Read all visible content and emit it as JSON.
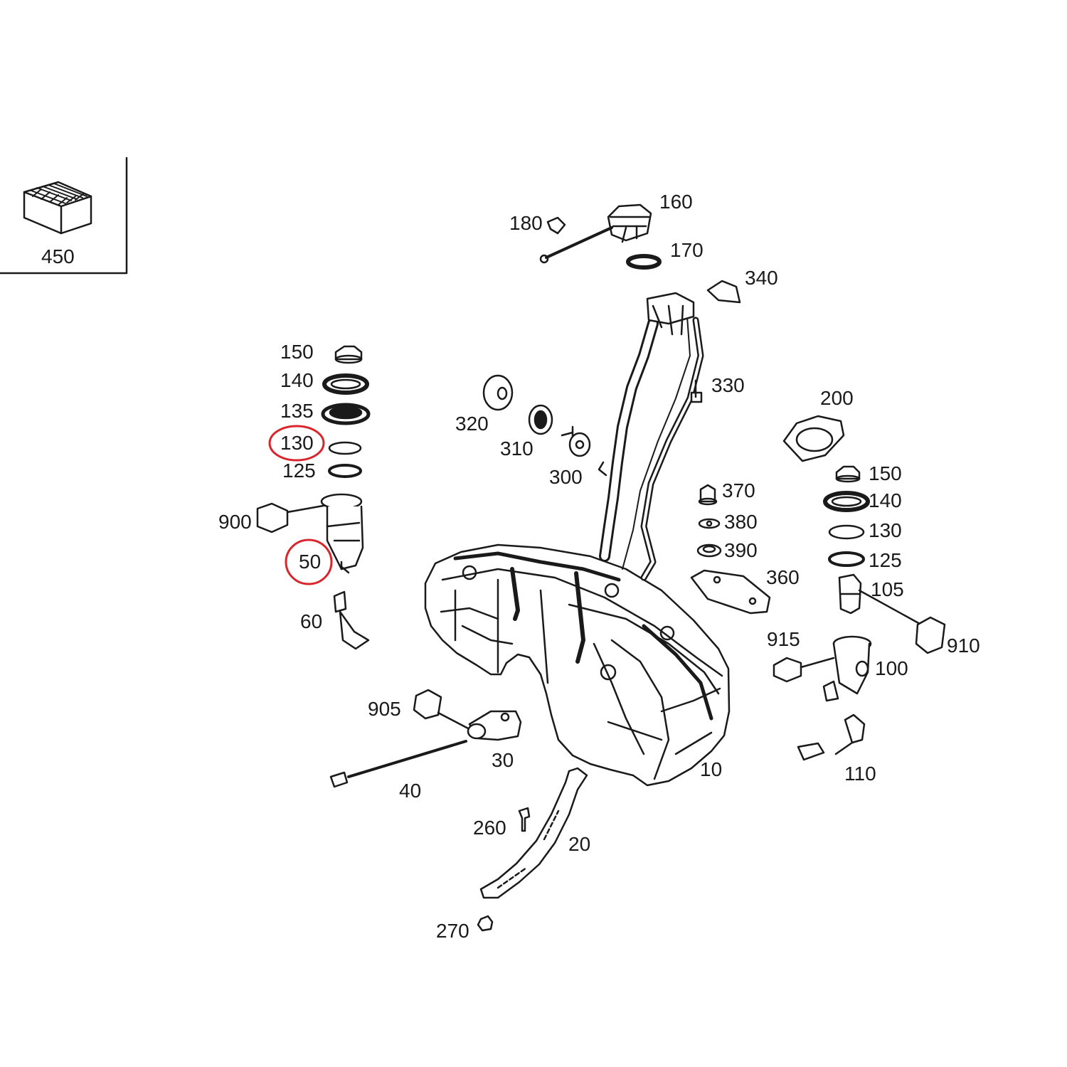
{
  "inset": {
    "callout": "450"
  },
  "callouts": {
    "c10": "10",
    "c20": "20",
    "c30": "30",
    "c40": "40",
    "c50": "50",
    "c60": "60",
    "c100": "100",
    "c105": "105",
    "c110": "110",
    "c125a": "125",
    "c130a": "130",
    "c135": "135",
    "c140a": "140",
    "c150a": "150",
    "c125b": "125",
    "c130b": "130",
    "c140b": "140",
    "c150b": "150",
    "c160": "160",
    "c170": "170",
    "c180": "180",
    "c200": "200",
    "c260": "260",
    "c270": "270",
    "c300": "300",
    "c310": "310",
    "c320": "320",
    "c330": "330",
    "c340": "340",
    "c360": "360",
    "c370": "370",
    "c380": "380",
    "c390": "390",
    "c900": "900",
    "c905": "905",
    "c910": "910",
    "c915": "915"
  },
  "highlighted": [
    "130",
    "50"
  ],
  "colors": {
    "line": "#1a1a1a",
    "highlight": "#d9252b",
    "background": "#ffffff"
  }
}
